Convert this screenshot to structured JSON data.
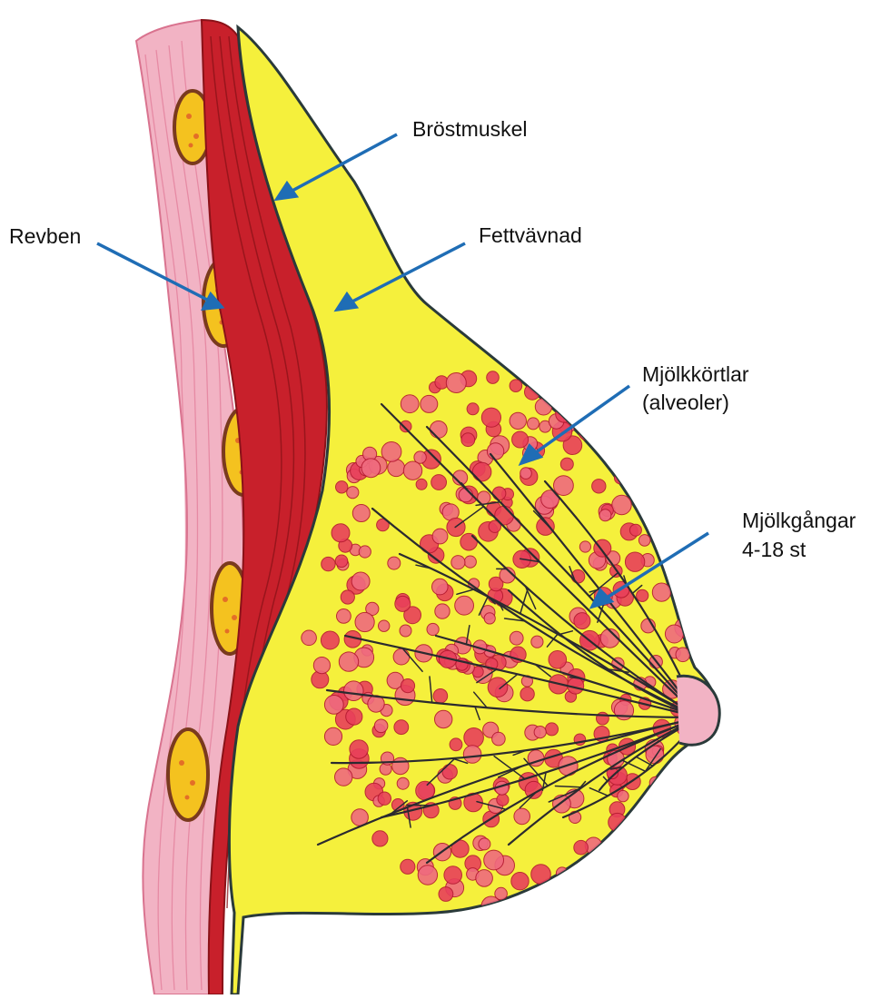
{
  "colors": {
    "skin": "#f2b3c4",
    "muscle": "#c8202b",
    "fat": "#f5f03c",
    "alveoli": "#e8405a",
    "duct": "#2b2a2f",
    "outline": "#2a3a3a",
    "arrow": "#1f6db5",
    "rib_fill": "#f4c21f"
  },
  "labels": {
    "revben": "Revben",
    "brostmuskel": "Bröstmuskel",
    "fettvavnad": "Fettvävnad",
    "mjolkkortlar_line1": "Mjölkkörtlar",
    "mjolkkortlar_line2": "(alveoler)",
    "mjolkgangar_line1": "Mjölkgångar",
    "mjolkgangar_line2": "4-18 st"
  }
}
